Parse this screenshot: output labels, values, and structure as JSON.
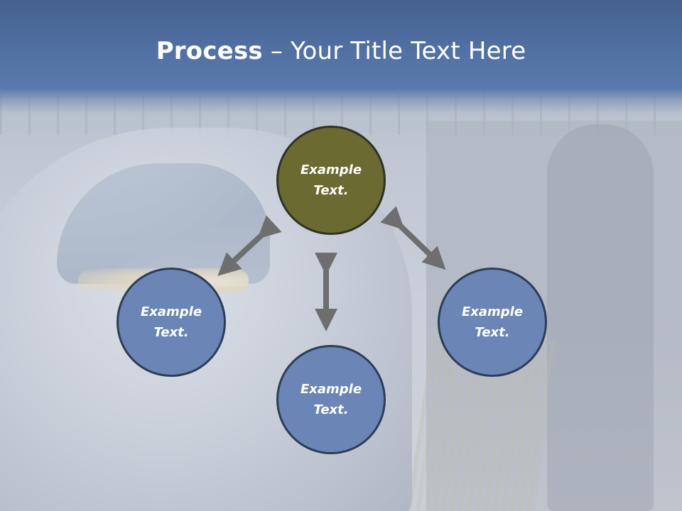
{
  "slide": {
    "title_bold": "Process",
    "title_rest": " – Your Title Text Here"
  },
  "nodes": [
    {
      "id": "top",
      "text": "Example Text.",
      "color": "#6b6a31"
    },
    {
      "id": "left",
      "text": "Example Text.",
      "color": "#6b86b6"
    },
    {
      "id": "bottom",
      "text": "Example Text.",
      "color": "#6b86b6"
    },
    {
      "id": "right",
      "text": "Example Text.",
      "color": "#6b86b6"
    }
  ],
  "colors": {
    "title_band": "#5474a8",
    "node_border": "#2e3d57",
    "arrow": "#6e6e6e"
  }
}
